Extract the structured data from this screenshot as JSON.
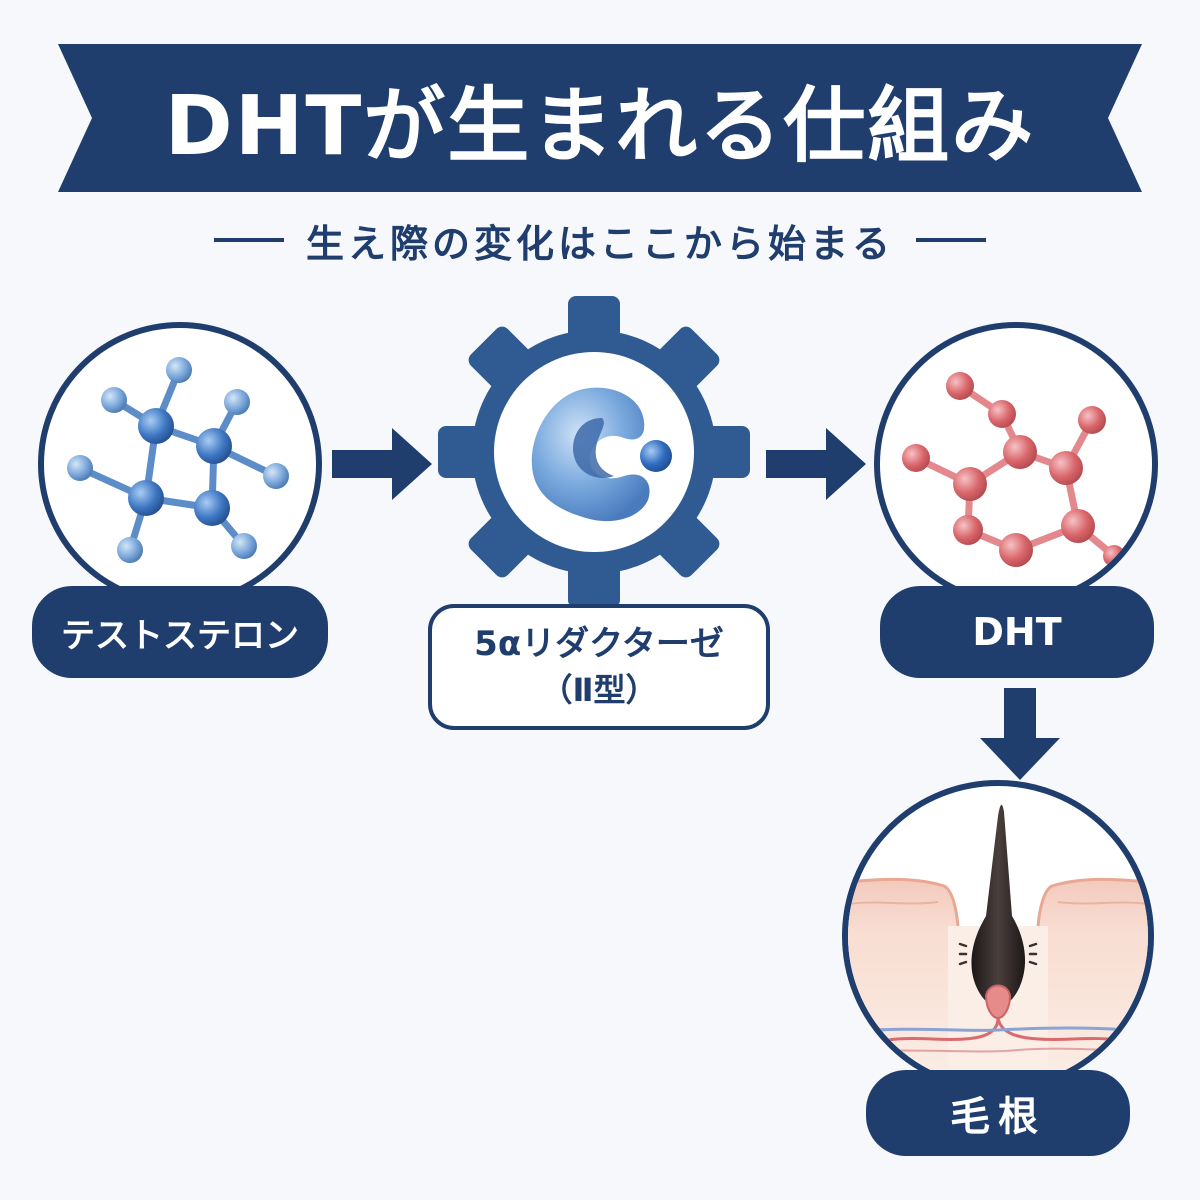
{
  "title": "DHTが生まれる仕組み",
  "subtitle": "生え際の変化はここから始まる",
  "steps": {
    "testosterone": {
      "label": "テストステロン",
      "icon": "testosterone-molecule-icon"
    },
    "enzyme": {
      "label_line1": "5αリダクターゼ",
      "label_line2": "（Ⅱ型）",
      "icon": "enzyme-gear-icon"
    },
    "dht": {
      "label": "DHT",
      "icon": "dht-molecule-icon"
    },
    "hair_root": {
      "label": "毛根",
      "icon": "hair-follicle-icon"
    }
  },
  "colors": {
    "navy": "#1f3d6d",
    "blue_molecule": "#3f78c4",
    "red_molecule": "#d9666b",
    "background": "#f7f8fb"
  }
}
